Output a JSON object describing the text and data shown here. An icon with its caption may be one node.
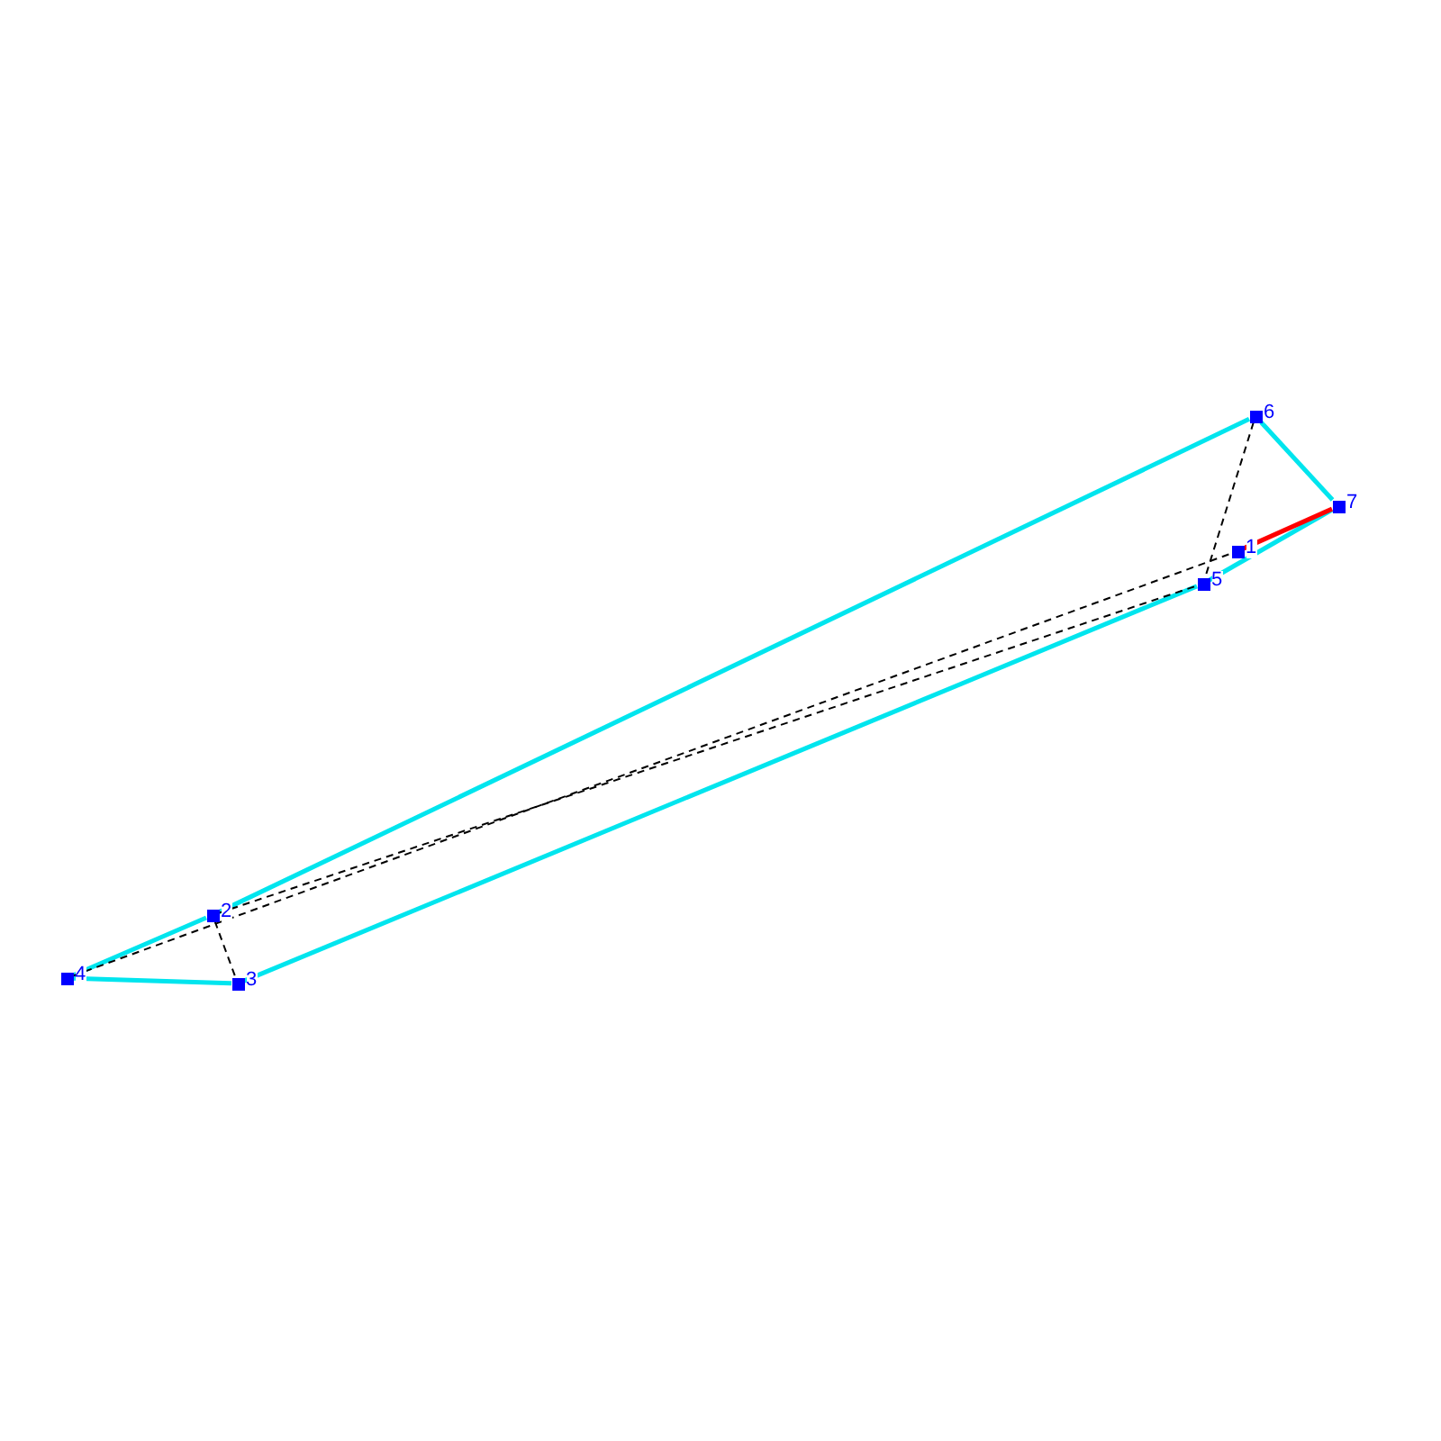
{
  "diagram": {
    "nodes": [
      {
        "text": [
          "1"
        ]
      },
      {
        "text": [
          "2"
        ]
      },
      {
        "text": [
          "3"
        ]
      },
      {
        "text": [
          "4"
        ]
      },
      {
        "text": [
          "5"
        ]
      },
      {
        "text": [
          "6"
        ]
      },
      {
        "text": [
          "7"
        ]
      }
    ],
    "edges": [
      {
        "from": 3,
        "to": 1,
        "arrow": "none"
      },
      {
        "from": 1,
        "to": 5,
        "arrow": "none"
      },
      {
        "from": 5,
        "to": 6,
        "arrow": "none"
      },
      {
        "from": 6,
        "to": 4,
        "arrow": "none"
      },
      {
        "from": 4,
        "to": 2,
        "arrow": "none"
      },
      {
        "from": 2,
        "to": 3,
        "arrow": "none"
      },
      {
        "from": 0,
        "to": 6,
        "arrow": "none",
        "color": "#ff0000"
      },
      {
        "from": 3,
        "to": 0,
        "arrow": "none",
        "style": "dashed",
        "color": "#000000"
      },
      {
        "from": 1,
        "to": 4,
        "arrow": "none",
        "style": "dashed",
        "color": "#000000"
      },
      {
        "from": 1,
        "to": 2,
        "arrow": "none",
        "style": "dashed",
        "color": "#000000"
      },
      {
        "from": 5,
        "to": 4,
        "arrow": "none",
        "style": "dashed",
        "color": "#000000"
      }
    ]
  }
}
